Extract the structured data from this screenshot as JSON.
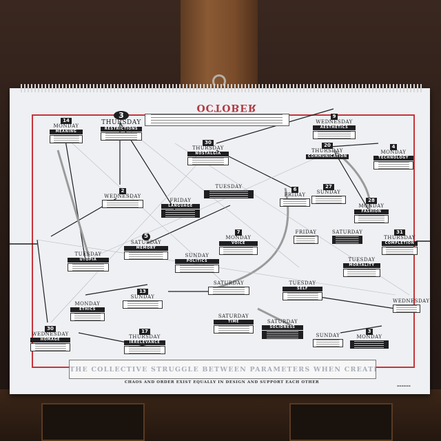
{
  "photo": {
    "subject": "calendar-poster",
    "poster": {
      "footer_title": "THE COLLECTIVE STRUGGLE BETWEEN PARAMETERS WHEN CREATING A TYPEFACE",
      "footer_subtitle": "CHAOS AND ORDER EXIST EQUALLY IN DESIGN AND SUPPORT EACH OTHER",
      "nodes": [
        {
          "num": "14",
          "day": "MONDAY",
          "topic": "MEANING"
        },
        {
          "num": "3",
          "day": "THURSDAY",
          "topic": "RESTRICTIONS"
        },
        {
          "num": "30",
          "day": "THURSDAY",
          "topic": "NOSTALGIA"
        },
        {
          "num": "9",
          "day": "WEDNESDAY",
          "topic": "AESTHETICS"
        },
        {
          "num": "20",
          "day": "THURSDAY",
          "topic": "COMMUNICATION"
        },
        {
          "num": "4",
          "day": "MONDAY",
          "topic": "TECHNOLOGY"
        },
        {
          "num": "2",
          "day": "WEDNESDAY",
          "topic": ""
        },
        {
          "num": "",
          "day": "FRIDAY",
          "topic": "LANGUAGE"
        },
        {
          "num": "",
          "day": "TUESDAY",
          "topic": ""
        },
        {
          "num": "6",
          "day": "FRIDAY",
          "topic": ""
        },
        {
          "num": "27",
          "day": "SUNDAY",
          "topic": ""
        },
        {
          "num": "28",
          "day": "MONDAY",
          "topic": "FASHION"
        },
        {
          "num": "31",
          "day": "THURSDAY",
          "topic": "COMPLETION"
        },
        {
          "num": "5",
          "day": "SATURDAY",
          "topic": "MEMORY"
        },
        {
          "num": "7",
          "day": "MONDAY",
          "topic": "VOICE"
        },
        {
          "num": "",
          "day": "FRIDAY",
          "topic": ""
        },
        {
          "num": "",
          "day": "SATURDAY",
          "topic": ""
        },
        {
          "num": "",
          "day": "TUESDAY",
          "topic": "UTOPIA"
        },
        {
          "num": "",
          "day": "SUNDAY",
          "topic": "POLITICS"
        },
        {
          "num": "",
          "day": "TUESDAY",
          "topic": "MORTALITY"
        },
        {
          "num": "13",
          "day": "SUNDAY",
          "topic": ""
        },
        {
          "num": "",
          "day": "SATURDAY",
          "topic": ""
        },
        {
          "num": "",
          "day": "TUESDAY",
          "topic": "SELF"
        },
        {
          "num": "",
          "day": "MONDAY",
          "topic": "ETHICS"
        },
        {
          "num": "",
          "day": "WEDNESDAY",
          "topic": ""
        },
        {
          "num": "30",
          "day": "WEDNESDAY",
          "topic": "HOMAGE"
        },
        {
          "num": "17",
          "day": "THURSDAY",
          "topic": "IRRELEVANCE"
        },
        {
          "num": "",
          "day": "SATURDAY",
          "topic": "TIME"
        },
        {
          "num": "",
          "day": "SATURDAY",
          "topic": "SOLIDNESS"
        },
        {
          "num": "",
          "day": "SUNDAY",
          "topic": ""
        },
        {
          "num": "3",
          "day": "MONDAY",
          "topic": ""
        }
      ]
    }
  }
}
